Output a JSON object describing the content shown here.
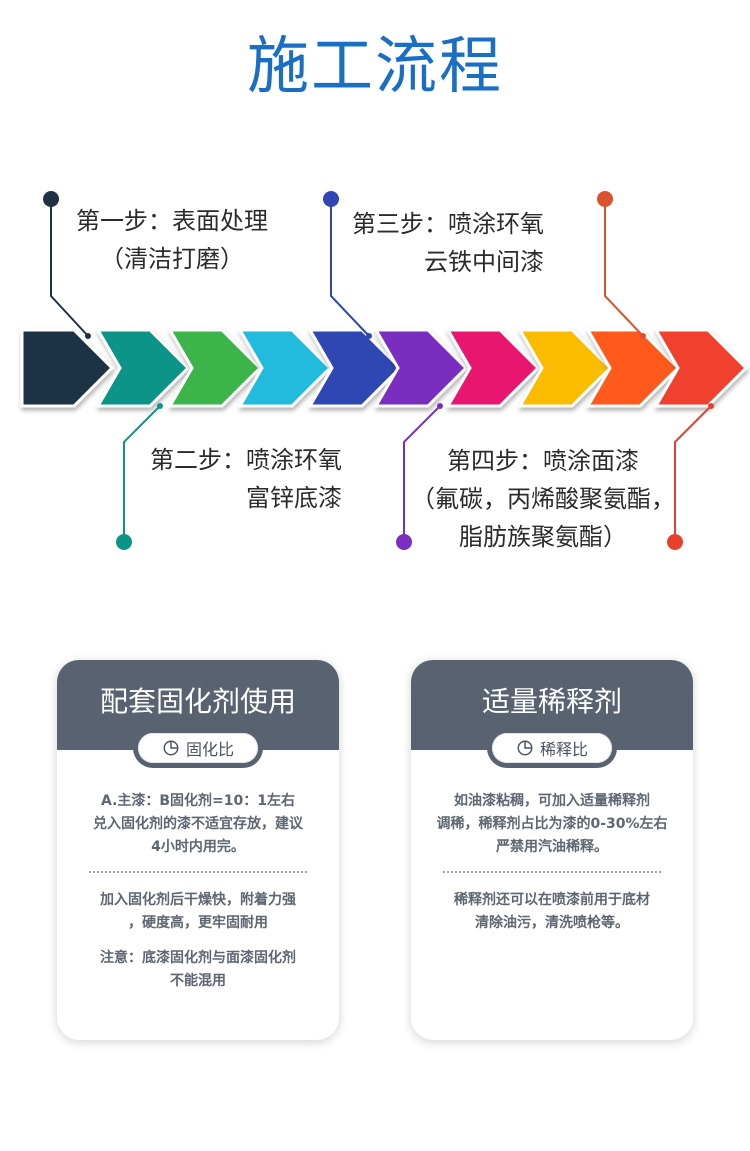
{
  "title": "施工流程",
  "steps": [
    {
      "lines": [
        "第一步：表面处理",
        "（清洁打磨）"
      ]
    },
    {
      "lines": [
        "第二步：喷涂环氧",
        "富锌底漆"
      ]
    },
    {
      "lines": [
        "第三步：喷涂环氧",
        "云铁中间漆"
      ]
    },
    {
      "lines": [
        "第四步：喷涂面漆",
        "（氟碳，丙烯酸聚氨酯，",
        "脂肪族聚氨酯）"
      ]
    }
  ],
  "colors": {
    "title": "#1a6fc4",
    "card_header": "#586270",
    "arrows": [
      "#1f3244",
      "#0d9488",
      "#3bb44a",
      "#22bbdd",
      "#2e47b3",
      "#7a2fc0",
      "#e8146e",
      "#fbbc05",
      "#ff5a1e",
      "#f1402e"
    ],
    "step1": "#1f3244",
    "step2": "#0d9488",
    "step3": "#2e47b3",
    "step4": "#7a2fc0",
    "step5": "#d9532e",
    "step6": "#e8402e"
  },
  "cards": [
    {
      "title": "配套固化剂使用",
      "pill_icon": "pie-chart-icon",
      "pill_label": "固化比",
      "para1": [
        "A.主漆：B固化剂=10：1左右",
        "兑入固化剂的漆不适宜存放，建议",
        "4小时内用完。"
      ],
      "para2": [
        "加入固化剂后干燥快，附着力强",
        "，硬度高，更牢固耐用"
      ],
      "para3": [
        "注意：底漆固化剂与面漆固化剂",
        "不能混用"
      ]
    },
    {
      "title": "适量稀释剂",
      "pill_icon": "pie-chart-icon",
      "pill_label": "稀释比",
      "para1": [
        "如油漆粘稠，可加入适量稀释剂",
        "调稀，稀释剂占比为漆的0-30%左右",
        "严禁用汽油稀释。"
      ],
      "para2": [
        "稀释剂还可以在喷漆前用于底材",
        "清除油污，清洗喷枪等。"
      ],
      "para3": []
    }
  ]
}
